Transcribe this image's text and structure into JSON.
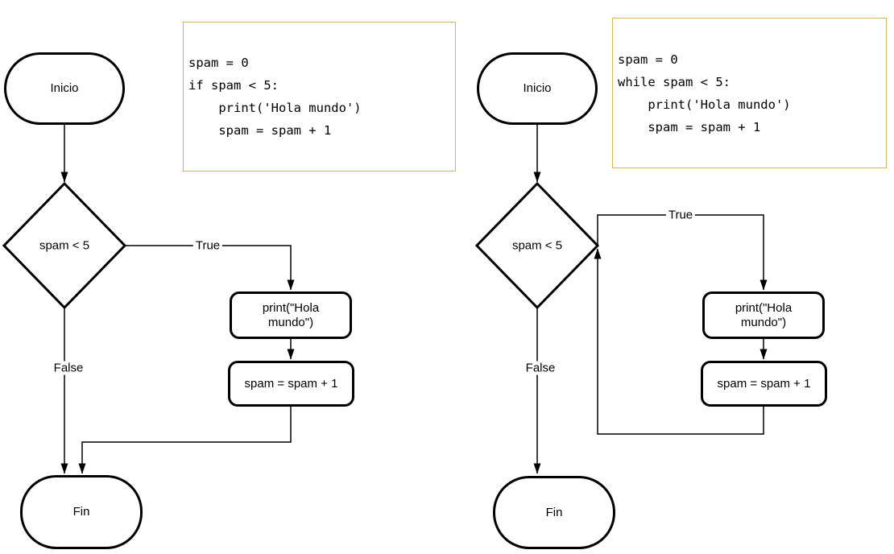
{
  "colors": {
    "shape_stroke": "#000000",
    "shape_fill": "#ffffff",
    "code_box_border": "#d6b656",
    "text": "#000000"
  },
  "left": {
    "code": "spam = 0\nif spam < 5:\n    print('Hola mundo')\n    spam = spam + 1",
    "start": "Inicio",
    "decision": "spam < 5",
    "true_label": "True",
    "false_label": "False",
    "print_step": "print(\"Hola mundo\")",
    "increment_step": "spam = spam + 1",
    "end": "Fin"
  },
  "right": {
    "code": "spam = 0\nwhile spam < 5:\n    print('Hola mundo')\n    spam = spam + 1",
    "start": "Inicio",
    "decision": "spam < 5",
    "true_label": "True",
    "false_label": "False",
    "print_step": "print(\"Hola mundo\")",
    "increment_step": "spam = spam + 1",
    "end": "Fin"
  }
}
